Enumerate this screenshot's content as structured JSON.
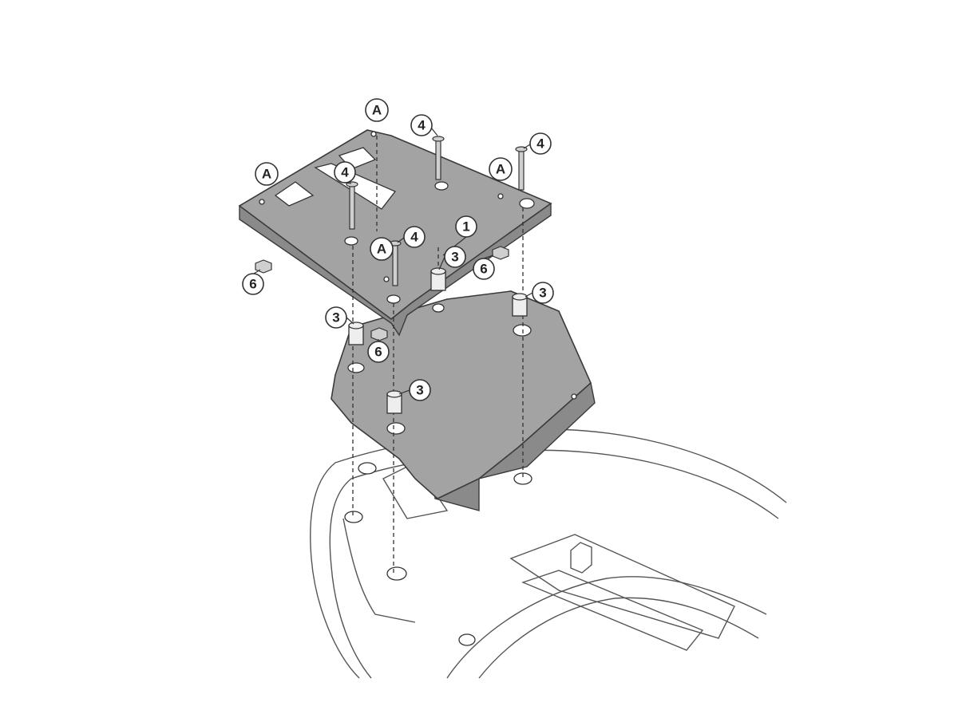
{
  "diagram": {
    "title": "Top rack mounting plate assembly",
    "callouts": {
      "a1": "A",
      "a2": "A",
      "a3": "A",
      "a4": "A",
      "s1": "4",
      "s2": "4",
      "s3": "4",
      "s4": "4",
      "plate": "1",
      "sp1": "3",
      "sp2": "3",
      "sp3": "3",
      "sp4": "3",
      "n1": "6",
      "n2": "6",
      "n3": "6"
    },
    "colors": {
      "plate": "#a3a3a3",
      "line": "#333333",
      "background": "#ffffff"
    }
  }
}
